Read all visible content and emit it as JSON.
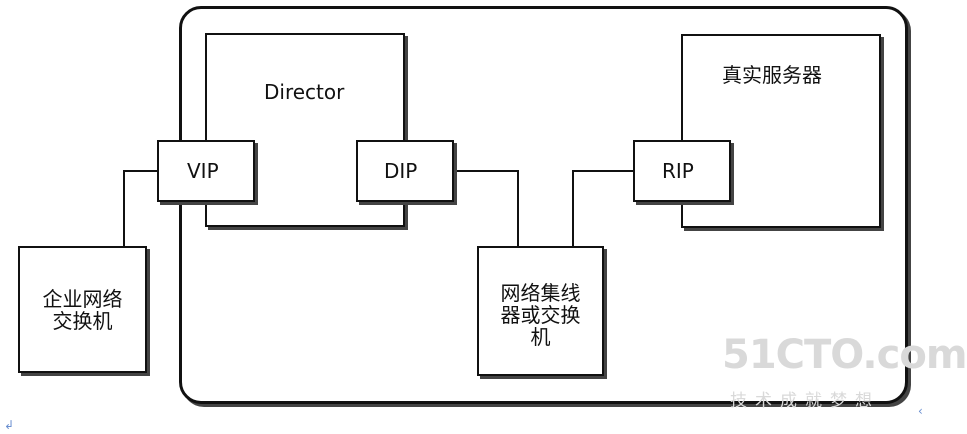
{
  "nodes": {
    "director": "Director",
    "vip": "VIP",
    "dip": "DIP",
    "rip": "RIP",
    "real_server": "真实服务器",
    "enterprise_switch": [
      "企业网络",
      "交换机"
    ],
    "hub_switch": [
      "网络集线",
      "器或交换",
      "机"
    ]
  },
  "watermark": {
    "brand": "51CTO.com",
    "tagline": "技术成就梦想"
  },
  "colors": {
    "line": "#111111",
    "watermark": "#d9d9d9",
    "background": "#ffffff"
  }
}
